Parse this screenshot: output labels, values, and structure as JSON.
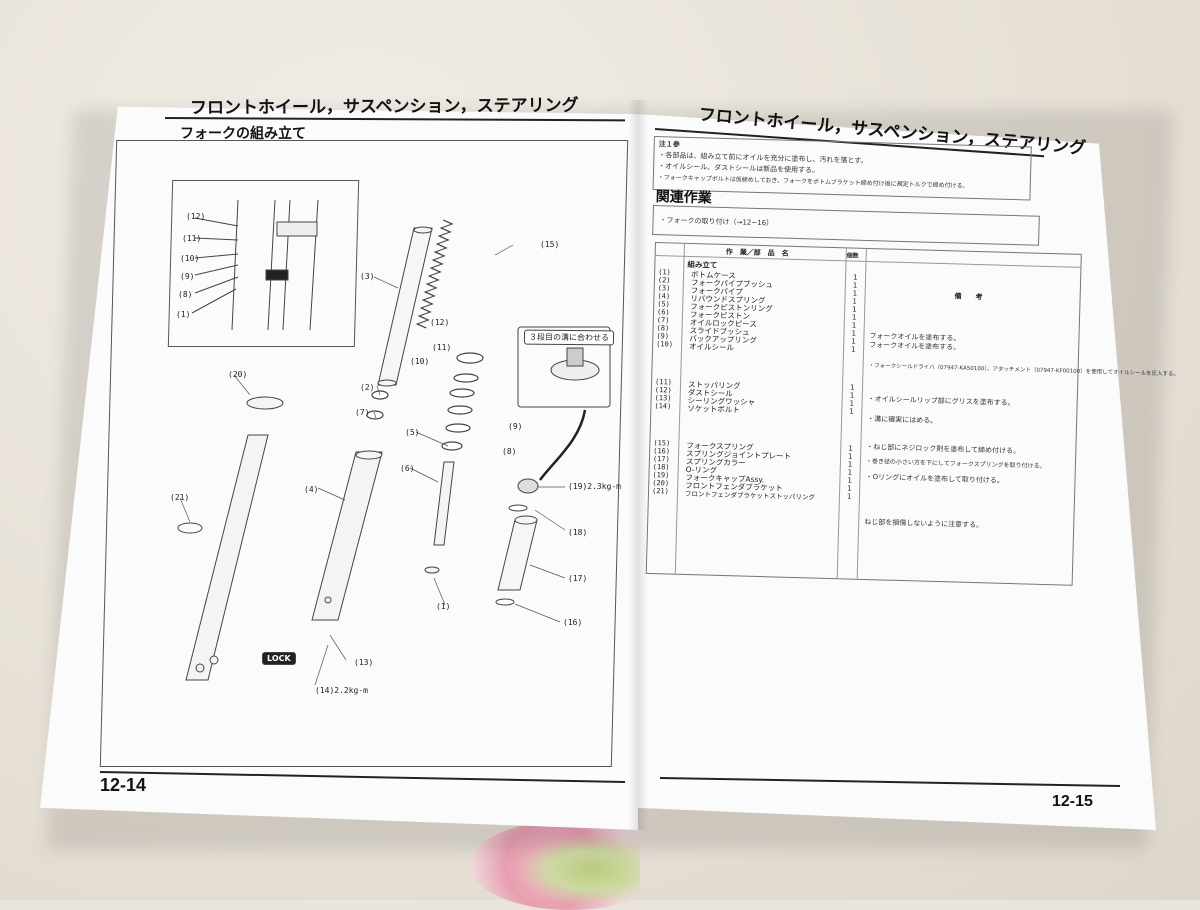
{
  "left_page": {
    "header": "フロントホイール，サスペンション，ステアリング",
    "section_title": "フォークの組み立て",
    "page_number": "12-14",
    "part_labels": [
      "(12)",
      "(11)",
      "(10)",
      "(9)",
      "(8)",
      "(1)",
      "(3)",
      "(15)",
      "(2)",
      "(7)",
      "(20)",
      "(5)",
      "(6)",
      "(4)",
      "(21)",
      "(1)",
      "(13)",
      "(14)2.2kg-m",
      "(19)2.3kg-m",
      "(18)",
      "(17)",
      "(16)",
      "(12)",
      "(11)",
      "(10)",
      "(8)",
      "(9)"
    ],
    "callout": "３段目の溝に合わせる",
    "lock_label": "LOCK"
  },
  "right_page": {
    "header": "フロントホイール，サスペンション，ステアリング",
    "page_number": "12-15",
    "note_title": "注１参",
    "note_lines": [
      "・各部品は、組み立て前にオイルを充分に塗布し、汚れを落とす。",
      "・オイルシール、ダストシールは新品を使用する。",
      "・フォークキャップボルトは仮締めしておき、フォークをボトムブラケット締め付け後に規定トルクで締め付ける。"
    ],
    "related_title": "関連作業",
    "related_line": "・フォークの取り付け（→12−16）",
    "table": {
      "head_col1": "作　業／部　品　名",
      "head_col2": "個数",
      "head_col3": "備　　考",
      "section": "組み立て",
      "rows": [
        {
          "num": "(1)",
          "name": "ボトムケース",
          "qty": "1"
        },
        {
          "num": "(2)",
          "name": "フォークパイプブッシュ",
          "qty": "1"
        },
        {
          "num": "(3)",
          "name": "フォークパイプ",
          "qty": "1"
        },
        {
          "num": "(4)",
          "name": "リバウンドスプリング",
          "qty": "1"
        },
        {
          "num": "(5)",
          "name": "フォークピストンリング",
          "qty": "1"
        },
        {
          "num": "(6)",
          "name": "フォークピストン",
          "qty": "1"
        },
        {
          "num": "(7)",
          "name": "オイルロックピース",
          "qty": "1"
        },
        {
          "num": "(8)",
          "name": "スライドブッシュ",
          "qty": "1"
        },
        {
          "num": "(9)",
          "name": "バックアップリング",
          "qty": "1"
        },
        {
          "num": "(10)",
          "name": "オイルシール",
          "qty": "1"
        },
        {
          "num": "(11)",
          "name": "ストッパリング",
          "qty": "1"
        },
        {
          "num": "(12)",
          "name": "ダストシール",
          "qty": "1"
        },
        {
          "num": "(13)",
          "name": "シーリングワッシャ",
          "qty": "1"
        },
        {
          "num": "(14)",
          "name": "ソケットボルト",
          "qty": "1"
        },
        {
          "num": "(15)",
          "name": "フォークスプリング",
          "qty": "1"
        },
        {
          "num": "(16)",
          "name": "スプリングジョイントプレート",
          "qty": "1"
        },
        {
          "num": "(17)",
          "name": "スプリングカラー",
          "qty": "1"
        },
        {
          "num": "(18)",
          "name": "O-リング",
          "qty": "1"
        },
        {
          "num": "(19)",
          "name": "フォークキャップAssy.",
          "qty": "1"
        },
        {
          "num": "(20)",
          "name": "フロントフェンダブラケット",
          "qty": "1"
        },
        {
          "num": "(21)",
          "name": "フロントフェンダブラケットストッパリング",
          "qty": "1"
        }
      ],
      "remarks": [
        "フォークオイルを塗布する。",
        "フォークオイルを塗布する。",
        "・フォークシールドライバ（07947-KA50100）、アタッチメント（07947-KF00100）を使用してオイルシールを圧入する。",
        "・オイルシールリップ部にグリスを塗布する。",
        "・溝に確実にはめる。",
        "・ねじ部にネジロック剤を塗布して締め付ける。",
        "・巻き径の小さい方を下にしてフォークスプリングを取り付ける。",
        "・Oリングにオイルを塗布して取り付ける。",
        "ねじ部を損傷しないように注意する。"
      ]
    }
  }
}
